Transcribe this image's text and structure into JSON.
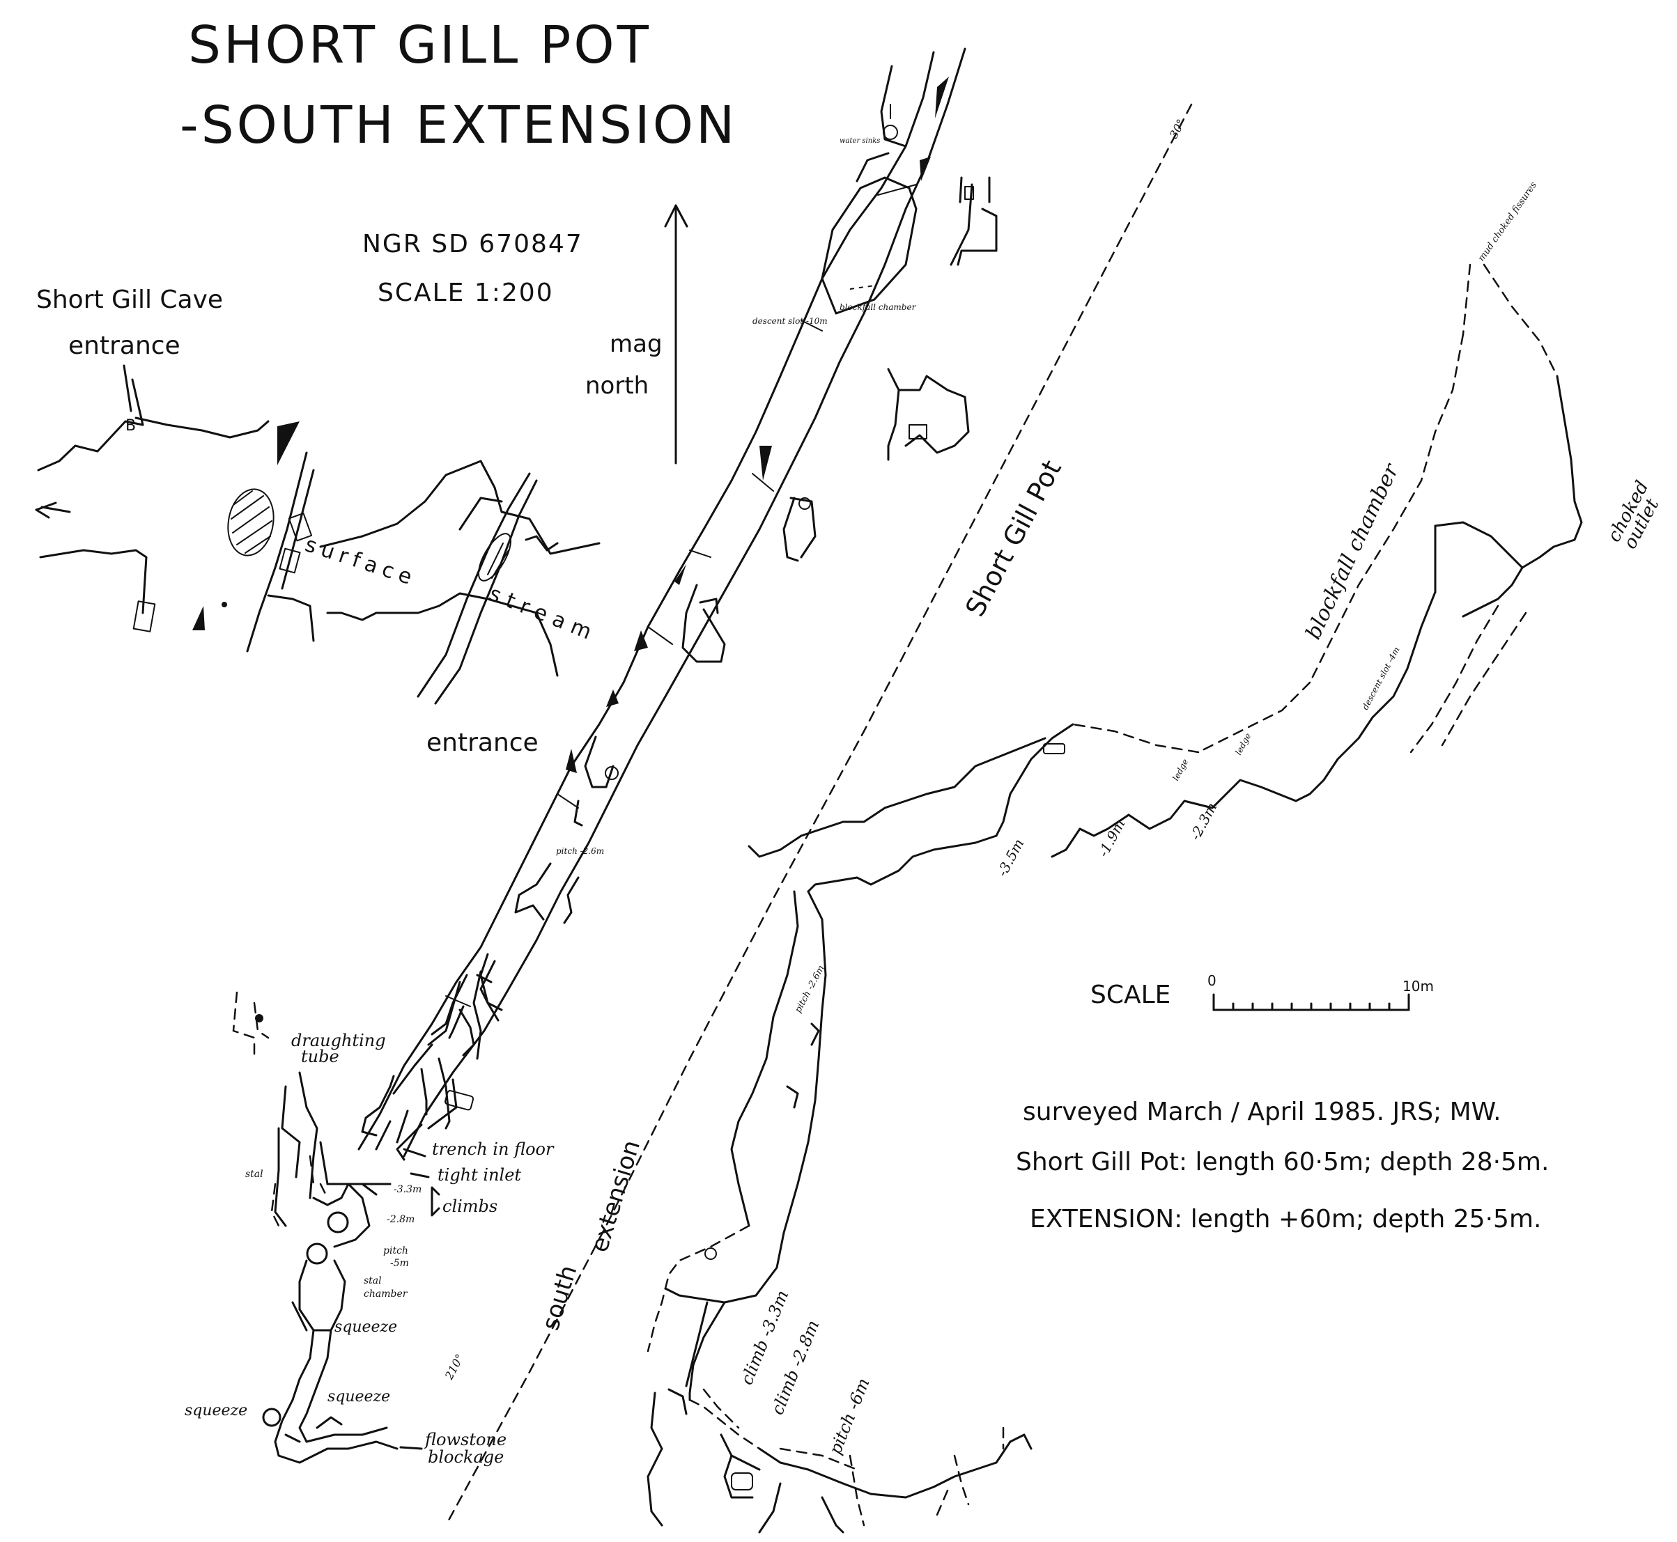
{
  "title": {
    "line1": "SHORT GILL POT",
    "line2": "-SOUTH EXTENSION"
  },
  "reference": {
    "ngr": "NGR SD 670847",
    "scale": "SCALE 1:200"
  },
  "north_arrow": {
    "label1": "mag",
    "label2": "north"
  },
  "surface": {
    "cave_entrance_line1": "Short Gill Cave",
    "cave_entrance_line2": "entrance",
    "stream_word1": "surface",
    "stream_word2": "stream",
    "entrance_label": "entrance"
  },
  "passage_labels": {
    "blockfall_chamber_small": "blockfall chamber",
    "descent_slot": "descent slot -10m",
    "pitch": "pitch -2.6m",
    "draughting_tube_line1": "draughting",
    "draughting_tube_line2": "tube",
    "trench": "trench in floor",
    "tight_inlet": "tight inlet",
    "climbs": "climbs",
    "stal_left": "stal",
    "depth_33": "-3.3m",
    "depth_28": "-2.8m",
    "pitch_5_line1": "pitch",
    "pitch_5_line2": "-5m",
    "stal_chamber_line1": "stal",
    "stal_chamber_line2": "chamber",
    "squeeze_1": "squeeze",
    "squeeze_2": "squeeze",
    "squeeze_3": "squeeze",
    "flowstone_line1": "flowstone",
    "flowstone_line2": "blockage",
    "water_sinks": "water sinks"
  },
  "section_labels": {
    "short_gill_pot": "Short Gill Pot",
    "south_extension_line1": "south",
    "south_extension_line2": "extension",
    "bearing_top": "30°",
    "bearing_bottom": "210°"
  },
  "extension_labels": {
    "blockfall_chamber": "blockfall chamber",
    "choked_outlet_line1": "choked",
    "choked_outlet_line2": "outlet",
    "mud_fissures": "mud choked fissures",
    "descent_slot": "descent slot -4m",
    "depth_35": "-3.5m",
    "depth_19": "-1.9m",
    "depth_23": "-2.3m",
    "ledge_1": "ledge",
    "ledge_2": "ledge",
    "pitch_26": "pitch -2.6m",
    "climb_33": "climb -3.3m",
    "climb_28": "climb -2.8m",
    "pitch_6": "pitch -6m"
  },
  "scale_bar": {
    "label": "SCALE",
    "start": "0",
    "end": "10m",
    "meters": 10
  },
  "notes": {
    "line1": "surveyed March / April 1985.  JRS; MW.",
    "line2": "Short Gill Pot: length 60·5m; depth 28·5m.",
    "line3": "EXTENSION: length +60m; depth 25·5m."
  }
}
